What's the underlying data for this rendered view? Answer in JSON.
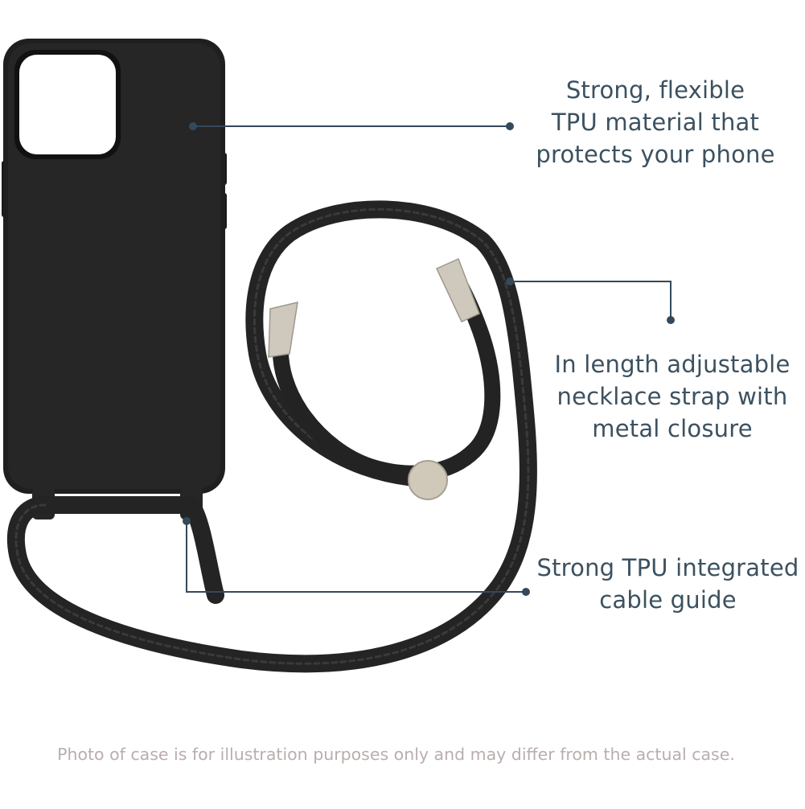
{
  "features": [
    {
      "lines": [
        "Strong, flexible",
        "TPU material that",
        "protects your phone"
      ]
    },
    {
      "lines": [
        "In length adjustable",
        "necklace strap with",
        "metal closure"
      ]
    },
    {
      "lines": [
        "Strong TPU integrated",
        "cable guide"
      ]
    }
  ],
  "disclaimer": "Photo of case is for illustration purposes only and may differ from the actual case.",
  "colors": {
    "text": "#3c5160",
    "callout_line": "#34495a",
    "case": "#1e1e1e",
    "cord": "#232323",
    "metal": "#c9c2b6",
    "disclaimer": "#b9aead"
  }
}
